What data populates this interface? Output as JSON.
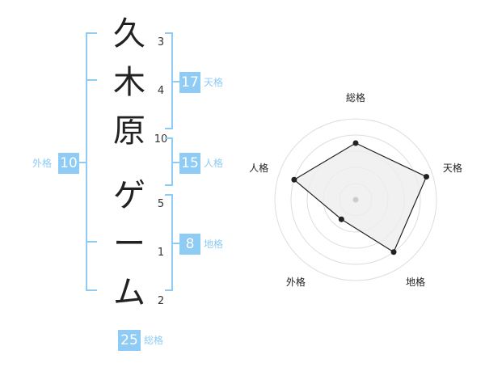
{
  "characters": [
    {
      "char": "久",
      "strokes": "3"
    },
    {
      "char": "木",
      "strokes": "4"
    },
    {
      "char": "原",
      "strokes": "10"
    },
    {
      "char": "ゲ",
      "strokes": "5"
    },
    {
      "char": "ー",
      "strokes": "1"
    },
    {
      "char": "ム",
      "strokes": "2"
    }
  ],
  "scores": {
    "tenkaku": {
      "value": "17",
      "label": "天格"
    },
    "jinkaku": {
      "value": "15",
      "label": "人格"
    },
    "chikaku": {
      "value": "8",
      "label": "地格"
    },
    "gaikaku": {
      "value": "10",
      "label": "外格"
    },
    "soukaku": {
      "value": "25",
      "label": "総格"
    }
  },
  "radar": {
    "axes": [
      "総格",
      "天格",
      "地格",
      "外格",
      "人格"
    ],
    "values": [
      0.7,
      0.92,
      0.8,
      0.3,
      0.8
    ],
    "colors": {
      "fill": "#eeeeee",
      "stroke": "#222222",
      "ring": "#dddddd",
      "center": "#cccccc"
    }
  },
  "accent": "#8ecbf5"
}
